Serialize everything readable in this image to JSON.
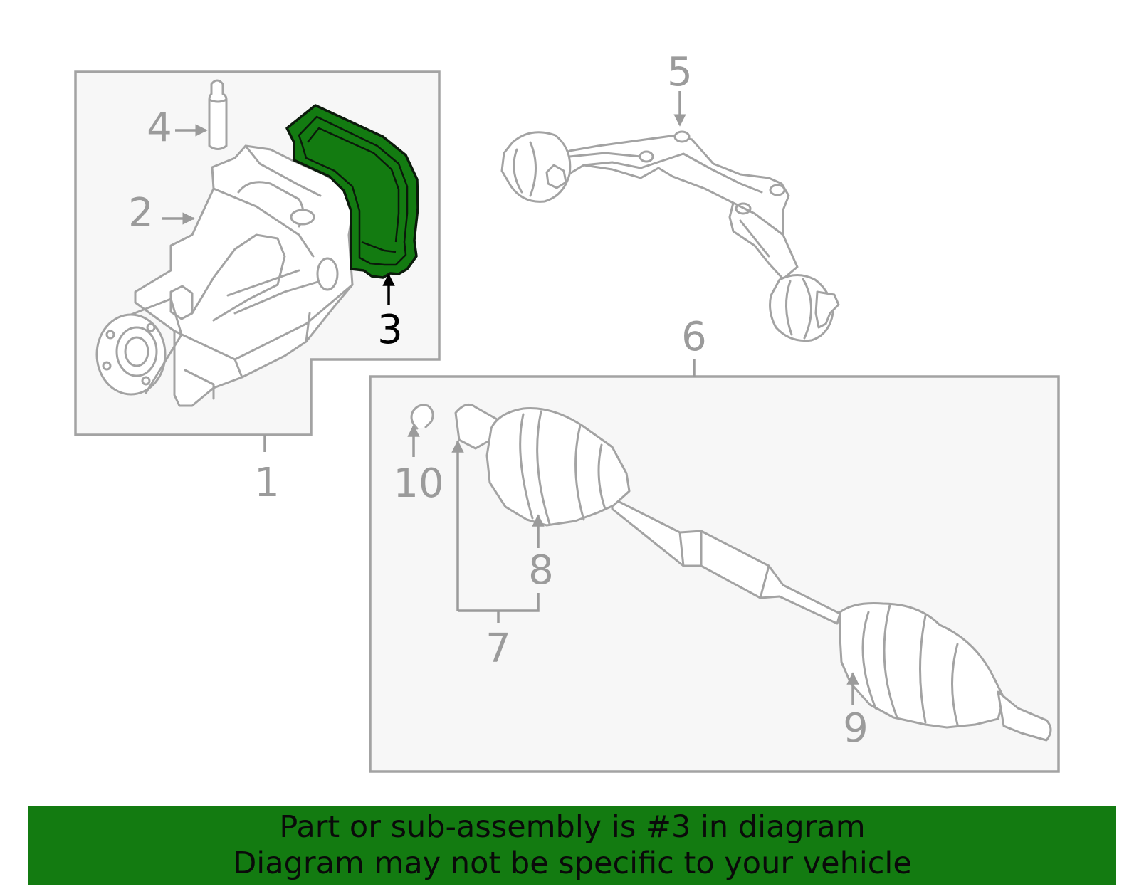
{
  "diagram": {
    "highlight_color": "#137b11",
    "highlighted_part": "3",
    "callouts": {
      "c1": "1",
      "c2": "2",
      "c3": "3",
      "c4": "4",
      "c5": "5",
      "c6": "6",
      "c7": "7",
      "c8": "8",
      "c9": "9",
      "c10": "10"
    }
  },
  "banner": {
    "line1": "Part or sub-assembly is #3 in diagram",
    "line2": "Diagram may not be specific to your vehicle",
    "background": "#137b11"
  }
}
